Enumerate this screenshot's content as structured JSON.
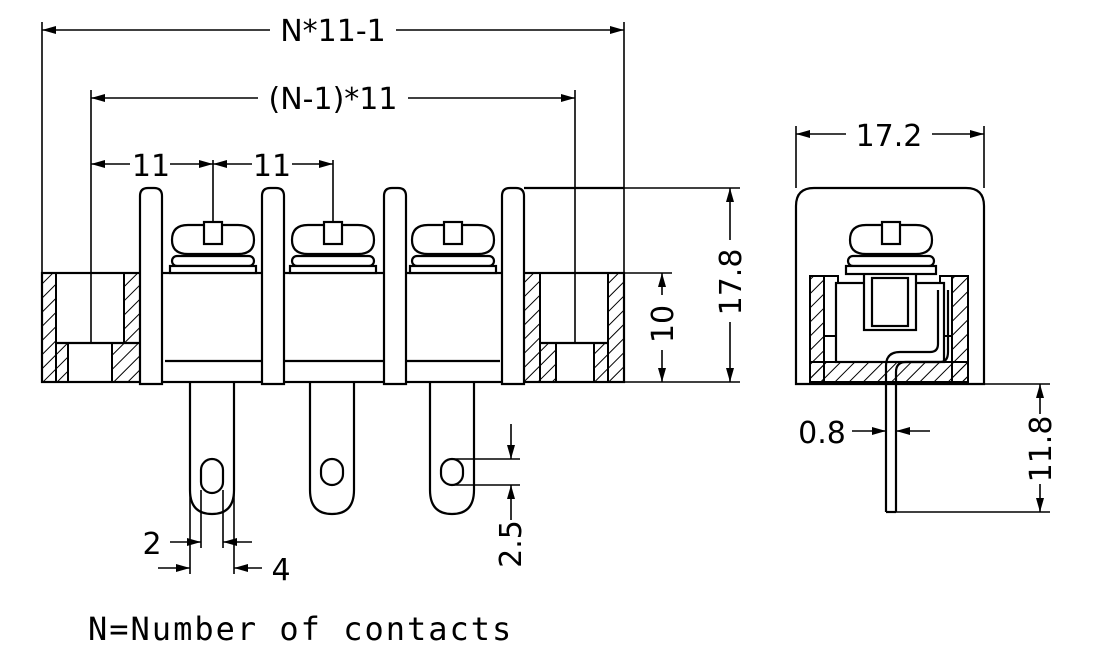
{
  "front_view": {
    "dim_total_length": "N*11-1",
    "dim_pitch_span": "(N-1)*11",
    "dim_pitch_1": "11",
    "dim_pitch_2": "11",
    "dim_height": "17.8",
    "dim_body_height": "10",
    "dim_pin_width_a": "2",
    "dim_pin_width_b": "4",
    "dim_hole": "2.5"
  },
  "side_view": {
    "dim_width": "17.2",
    "dim_pin_thickness": "0.8",
    "dim_pin_length": "11.8"
  },
  "note": "N=Number of contacts"
}
